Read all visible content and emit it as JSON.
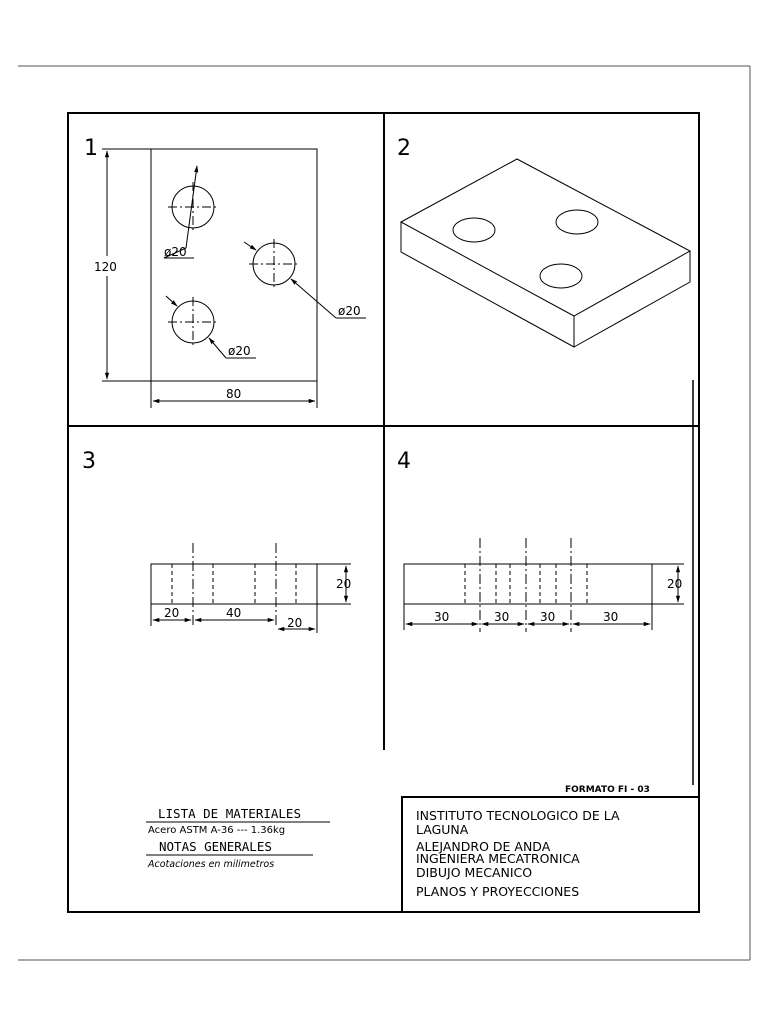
{
  "views": {
    "v1": {
      "number": "1",
      "dim_height": "120",
      "dim_width": "80",
      "hole_a": "ø20",
      "hole_b": "ø20",
      "hole_c": "ø20"
    },
    "v2": {
      "number": "2"
    },
    "v3": {
      "number": "3",
      "dim_a": "20",
      "dim_b": "40",
      "dim_c": "20",
      "dim_height": "20"
    },
    "v4": {
      "number": "4",
      "dim_a": "30",
      "dim_b": "30",
      "dim_c": "30",
      "dim_d": "30",
      "dim_height": "20"
    }
  },
  "format_label": "FORMATO FI - 03",
  "materials": {
    "heading": "LISTA DE MATERIALES",
    "item": "Acero ASTM A-36 --- 1.36kg"
  },
  "notes": {
    "heading": "NOTAS GENERALES",
    "item": "Acotaciones en milimetros"
  },
  "title_block": {
    "institute_line1": "INSTITUTO TECNOLOGICO DE LA",
    "institute_line2": "LAGUNA",
    "author": "ALEJANDRO DE ANDA",
    "career": "INGENIERA MECATRONICA",
    "course": "DIBUJO MECANICO",
    "title": "PLANOS Y PROYECCIONES"
  }
}
